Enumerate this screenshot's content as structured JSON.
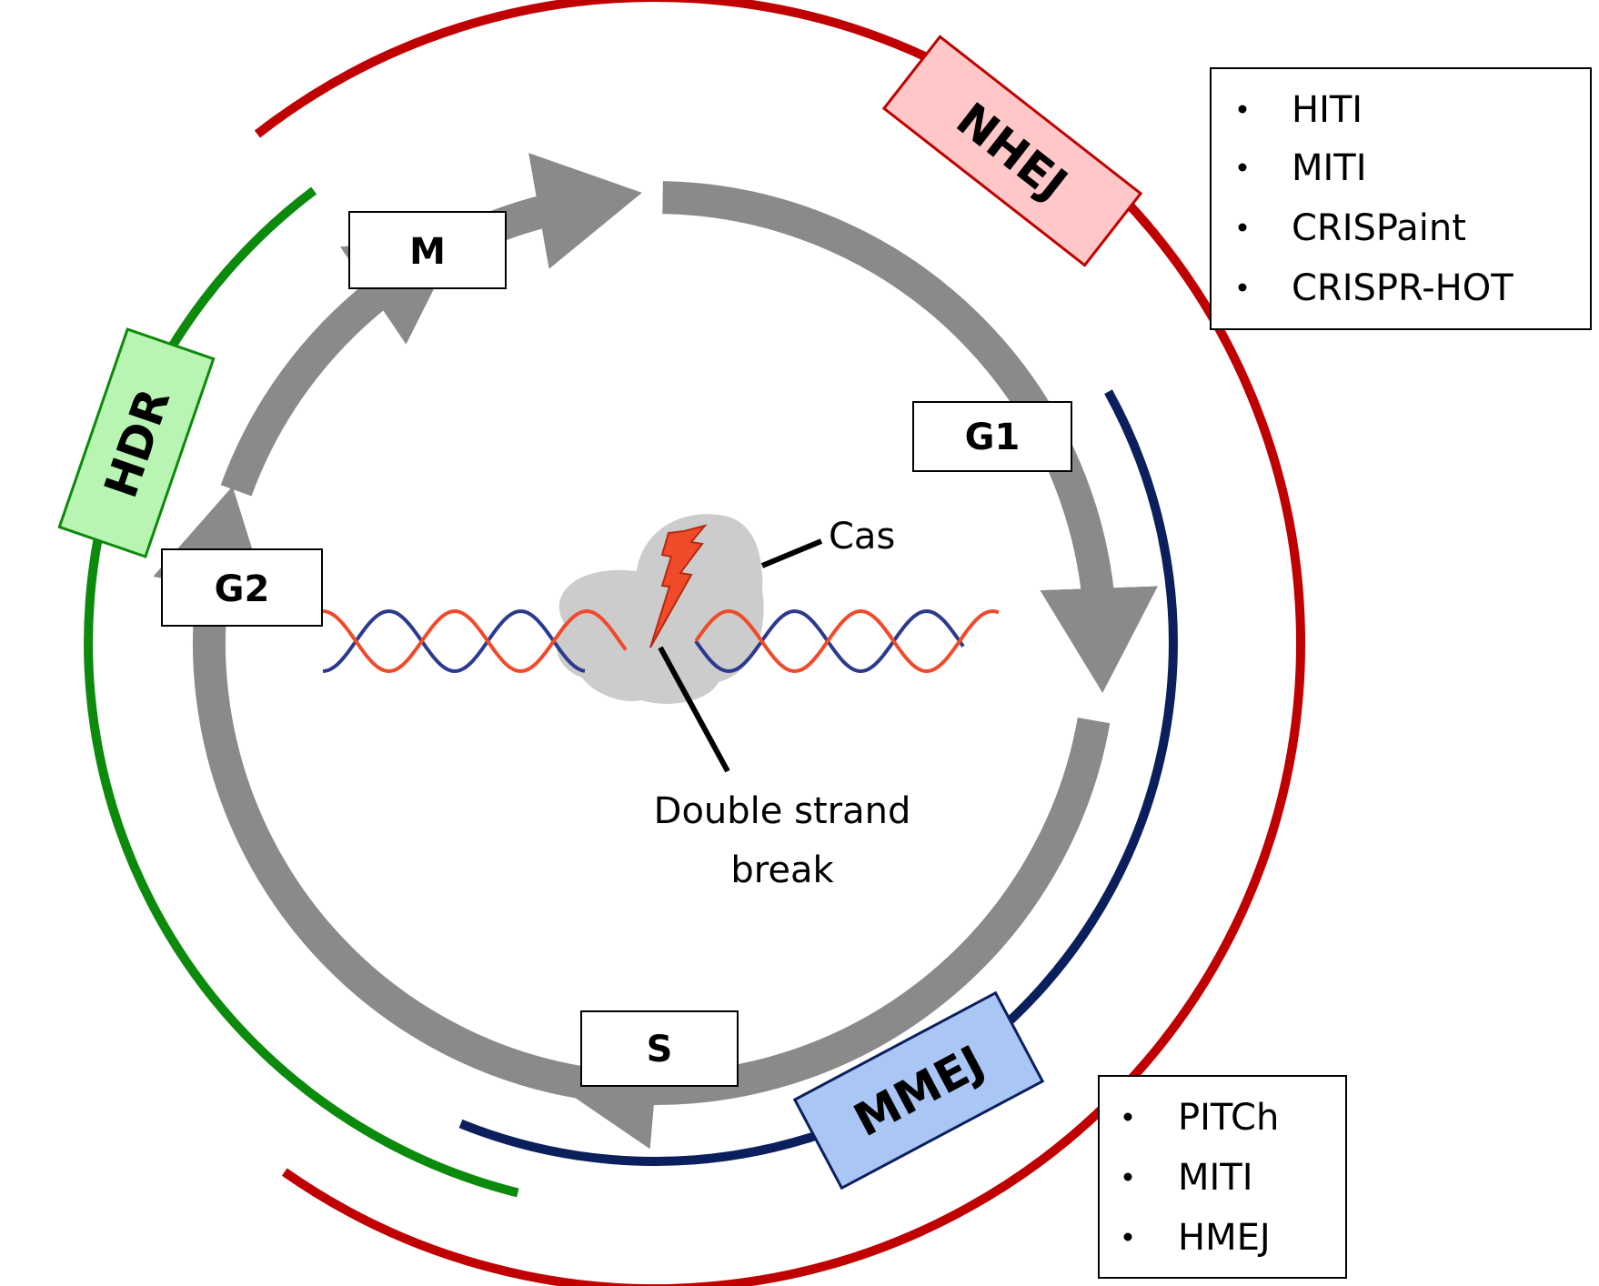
{
  "cell_cycle": {
    "phases": {
      "m": "M",
      "g1": "G1",
      "s": "S",
      "g2": "G2"
    }
  },
  "pathways": {
    "nhej": {
      "label": "NHEJ",
      "color": "#c00000",
      "box_fill": "#ffc7c7"
    },
    "hdr": {
      "label": "HDR",
      "color": "#0b8a0b",
      "box_fill": "#b8f5b2"
    },
    "mmej": {
      "label": "MMEJ",
      "color": "#0b1f5c",
      "box_fill": "#a9c6f5"
    }
  },
  "center": {
    "cas_label": "Cas",
    "break_label_line1": "Double strand",
    "break_label_line2": "break"
  },
  "lists": {
    "nhej_methods": [
      "HITI",
      "MITI",
      "CRISPaint",
      "CRISPR-HOT"
    ],
    "mmej_methods": [
      "PITCh",
      "MITI",
      "HMEJ"
    ]
  },
  "colors": {
    "cycle_arrow": "#8a8a8a",
    "dna_strand_a": "#2b3a8f",
    "dna_strand_b": "#f04a2a",
    "cas_protein": "#cccccc",
    "lightning": "#f04a2a"
  }
}
